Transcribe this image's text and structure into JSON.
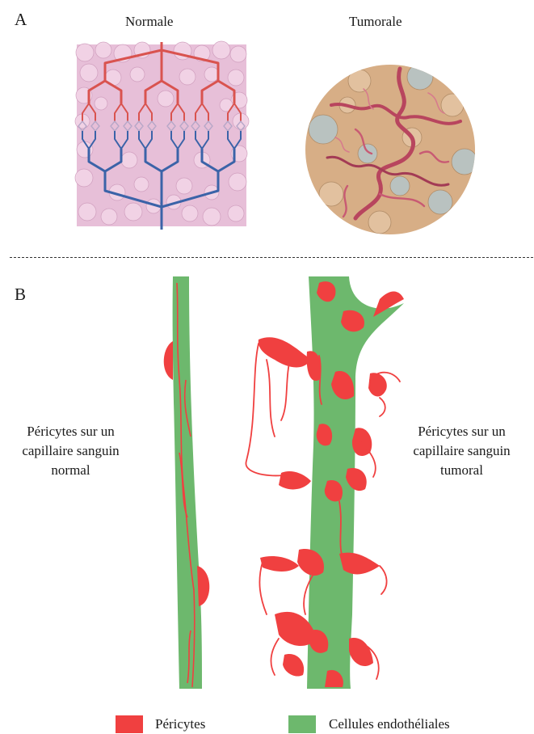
{
  "panel_a": {
    "letter": "A",
    "normal_title": "Normale",
    "tumor_title": "Tumorale"
  },
  "panel_b": {
    "letter": "B",
    "normal_caption": [
      "Péricytes sur un",
      "capillaire sanguin",
      "normal"
    ],
    "tumor_caption": [
      "Péricytes sur un",
      "capillaire sanguin",
      "tumoral"
    ]
  },
  "legend": {
    "items": [
      {
        "label": "Péricytes",
        "color": "#f04040"
      },
      {
        "label": "Cellules endothéliales",
        "color": "#6db86d"
      }
    ]
  },
  "colors": {
    "pericyte": "#f04040",
    "endothelial": "#6db86d",
    "tissue_normal": "#e7bfd8",
    "tissue_tumor": "#d7ae86",
    "tissue_tumor_grey": "#b9c2c0",
    "artery": "#d9534f",
    "vein": "#3b63a8",
    "tumor_vessel": "#b8455e"
  }
}
